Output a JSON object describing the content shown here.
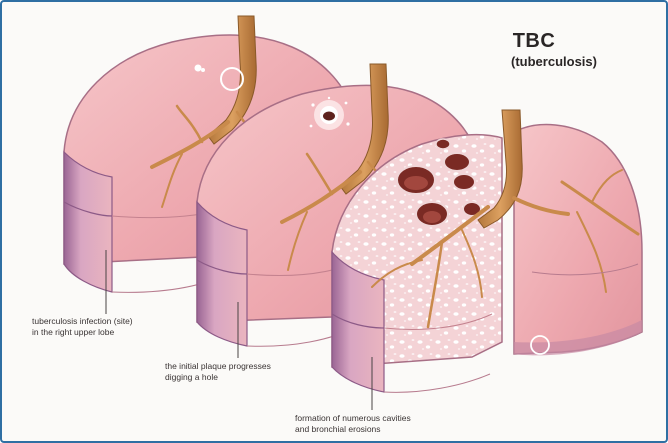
{
  "figure": {
    "title": "TBC",
    "subtitle": "(tuberculosis)",
    "captions": [
      {
        "line1": "tuberculosis infection (site)",
        "line2": "in the right upper lobe"
      },
      {
        "line1": "the initial plaque progresses",
        "line2": "digging a hole"
      },
      {
        "line1": "formation of numerous cavities",
        "line2": "and bronchial erosions"
      }
    ]
  },
  "colors": {
    "frame_border": "#2f6fa3",
    "lung_tissue": "#efb3b8",
    "lung_cut_face": "#f1c9cd",
    "lung_edge": "#8c5a87",
    "bronchus": "#c98a4b",
    "cavity": "#7a2a24"
  }
}
